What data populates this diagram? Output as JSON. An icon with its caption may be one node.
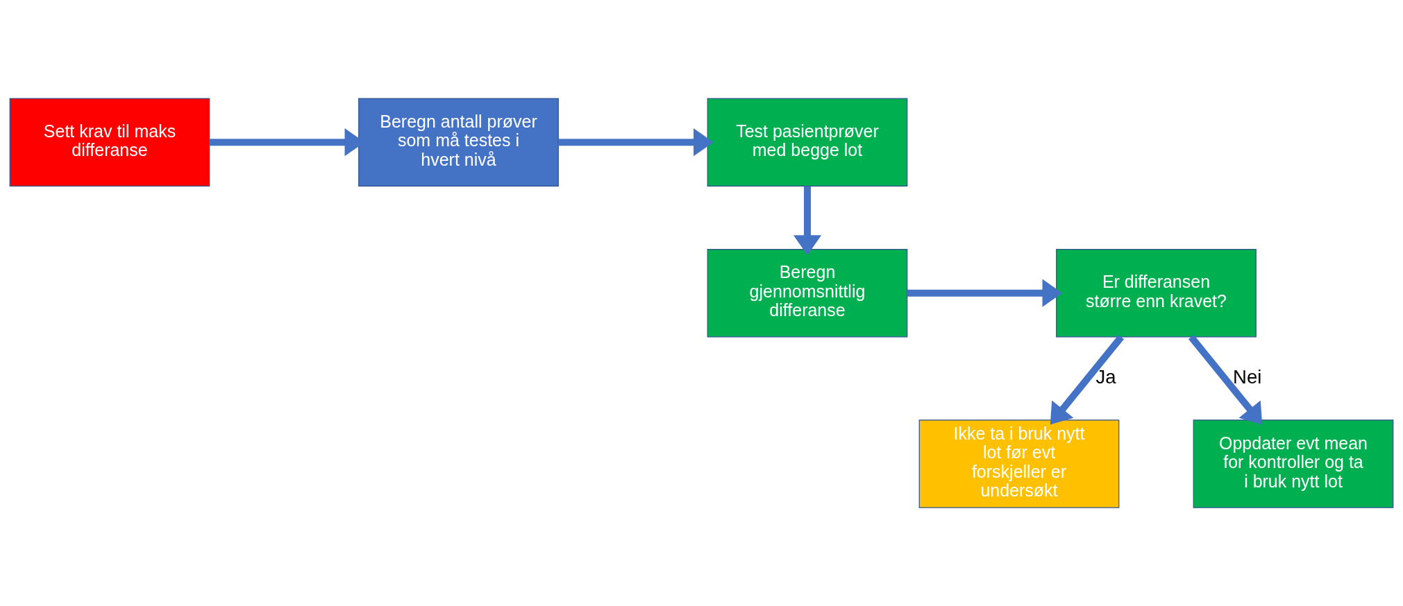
{
  "diagram": {
    "nodes": [
      {
        "text": [
          "Sett krav til maks differanse"
        ]
      },
      {
        "text": [
          "Beregn antall prøver som må testes i hvert nivå"
        ]
      },
      {
        "text": [
          "Test pasientprøver med begge lot"
        ]
      },
      {
        "text": [
          "Beregn gjennomsnittlig differanse"
        ]
      },
      {
        "text": [
          "Er differansen større enn kravet?"
        ]
      },
      {
        "text": [
          "Ikke ta i bruk nytt lot før evt forskjeller er undersøkt"
        ]
      },
      {
        "text": [
          "Oppdater evt mean for kontroller og ta i bruk nytt lot"
        ]
      }
    ],
    "edges": [
      {
        "from": 0,
        "to": 1,
        "arrow": "to"
      },
      {
        "from": 1,
        "to": 2,
        "arrow": "to"
      },
      {
        "from": 2,
        "to": 3,
        "arrow": "to"
      },
      {
        "from": 3,
        "to": 4,
        "arrow": "to"
      },
      {
        "from": 4,
        "to": 5,
        "arrow": "to",
        "label": "Ja"
      },
      {
        "from": 4,
        "to": 6,
        "arrow": "to",
        "label": "Nei"
      }
    ]
  }
}
